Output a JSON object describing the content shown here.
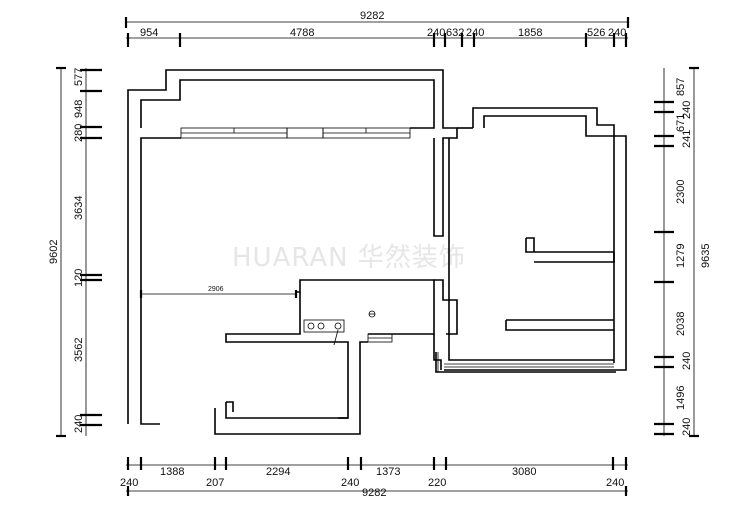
{
  "watermark": "HUARAN 华然装饰",
  "dimensions": {
    "top_total": "9282",
    "top_segments": [
      "954",
      "4788",
      "240",
      "632",
      "240",
      "1858",
      "526",
      "240"
    ],
    "bottom_segments_upper": [
      "1388",
      "2294",
      "1373",
      "3080"
    ],
    "bottom_segments_lower": [
      "240",
      "207",
      "240",
      "220",
      "240"
    ],
    "bottom_total": "9282",
    "left_total": "9602",
    "left_segments": [
      "577",
      "948",
      "280",
      "3634",
      "120",
      "3562",
      "240"
    ],
    "right_total": "9635",
    "right_segments": [
      "857",
      "240",
      "671",
      "241",
      "2300",
      "1279",
      "2038",
      "240",
      "1496",
      "240"
    ],
    "interior_label": "2906"
  }
}
